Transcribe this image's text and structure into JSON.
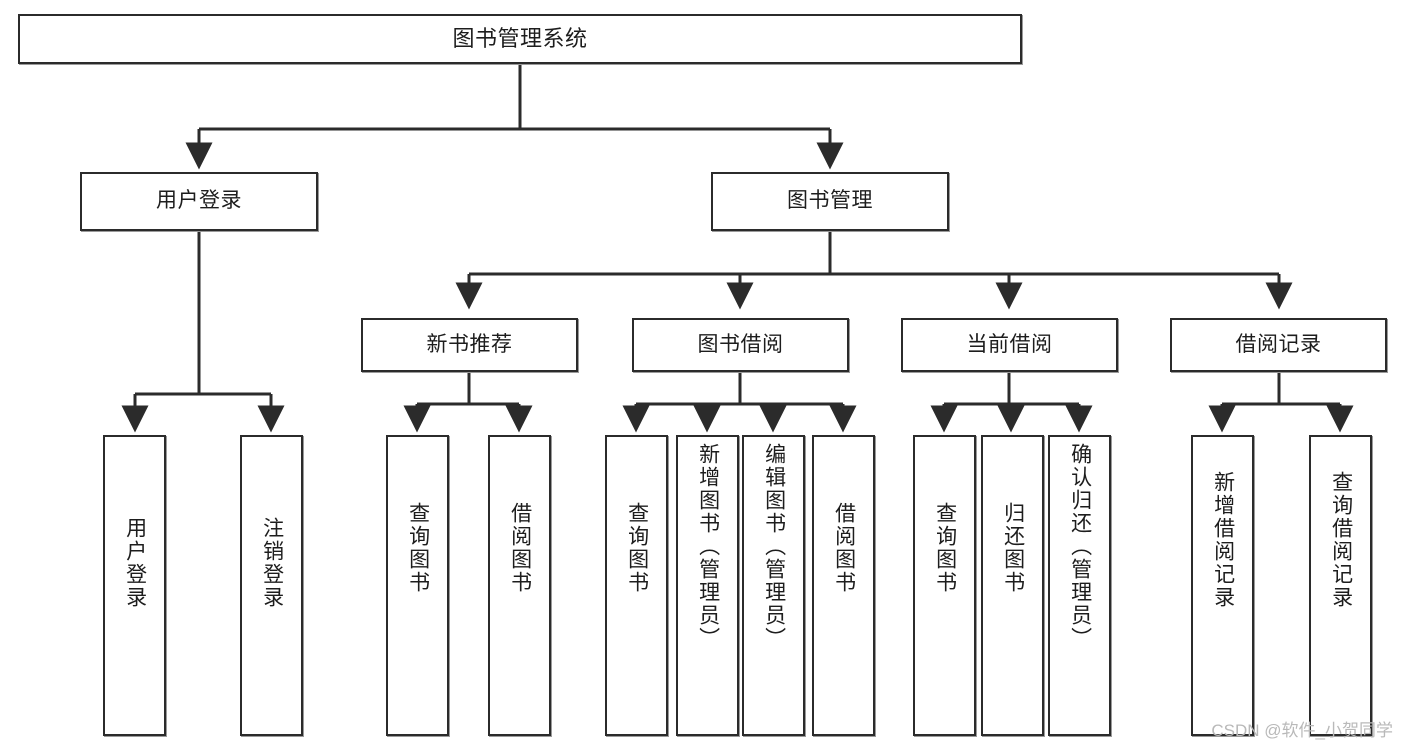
{
  "diagram": {
    "type": "tree",
    "title": "图书管理系统",
    "orientation": "top-down",
    "colors": {
      "border": "#2b2b2b",
      "edge": "#2b2b2b",
      "fill": "#ffffff",
      "text": "#1d1d1d",
      "watermark": "#b9b9b9"
    },
    "levels": {
      "root": "图书管理系统",
      "level1": [
        "用户登录",
        "图书管理"
      ],
      "level2": [
        "新书推荐",
        "图书借阅",
        "当前借阅",
        "借阅记录"
      ],
      "level3": [
        "用户登录",
        "注销登录",
        "查询图书",
        "借阅图书",
        "查询图书",
        "新增图书（管理员）",
        "编辑图书（管理员）",
        "借阅图书",
        "查询图书",
        "归还图书",
        "确认归还（管理员）",
        "新增借阅记录",
        "查询借阅记录"
      ]
    }
  },
  "nodes": {
    "root": {
      "label": "图书管理系统"
    },
    "user_login": {
      "label": "用户登录"
    },
    "book_manage": {
      "label": "图书管理"
    },
    "new_book_rec": {
      "label": "新书推荐"
    },
    "book_borrow": {
      "label": "图书借阅"
    },
    "current_borrow": {
      "label": "当前借阅"
    },
    "borrow_record": {
      "label": "借阅记录"
    },
    "leaf_user_login": {
      "label": "用户登录"
    },
    "leaf_logout": {
      "label": "注销登录"
    },
    "leaf_query_book_1": {
      "label": "查询图书"
    },
    "leaf_borrow_book_1": {
      "label": "借阅图书"
    },
    "leaf_query_book_2": {
      "label": "查询图书"
    },
    "leaf_add_book_admin": {
      "label": "新增图书（管理员）"
    },
    "leaf_edit_book_admin": {
      "label": "编辑图书（管理员）"
    },
    "leaf_borrow_book_2": {
      "label": "借阅图书"
    },
    "leaf_query_book_3": {
      "label": "查询图书"
    },
    "leaf_return_book": {
      "label": "归还图书"
    },
    "leaf_confirm_return_admin": {
      "label": "确认归还（管理员）"
    },
    "leaf_add_borrow_record": {
      "label": "新增借阅记录"
    },
    "leaf_query_borrow_record": {
      "label": "查询借阅记录"
    }
  },
  "watermark": {
    "text": "CSDN @软件_小贺同学"
  }
}
